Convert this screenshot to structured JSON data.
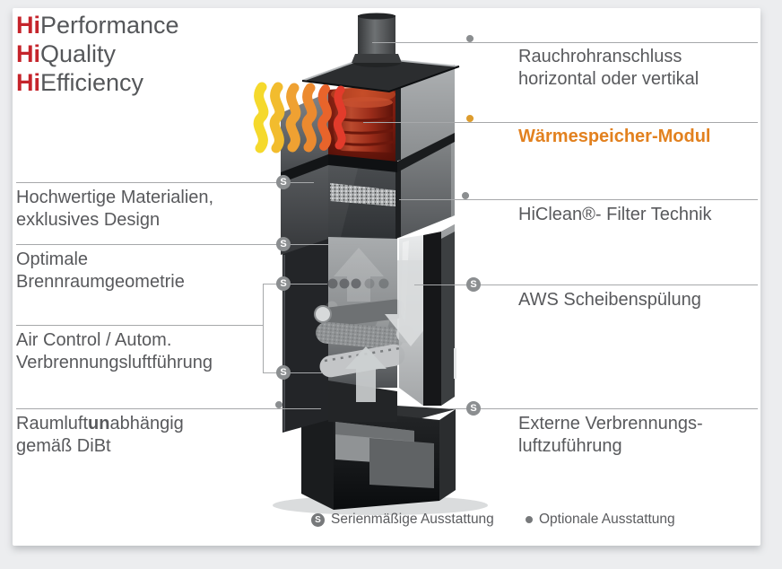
{
  "title": {
    "lines": [
      {
        "highlight": "Hi",
        "text": "Performance"
      },
      {
        "highlight": "Hi",
        "text": "Quality"
      },
      {
        "highlight": "Hi",
        "text": "Efficiency"
      }
    ],
    "highlight_color": "#c5242b",
    "text_color": "#55575a"
  },
  "callouts": {
    "marker_letter_standard": "S",
    "left": [
      {
        "marker": "S",
        "line1": "Hochwertige Materialien,",
        "line2": "exklusives Design"
      },
      {
        "marker": "S",
        "line1": "Optimale",
        "line2": "Brennraumgeometrie"
      },
      {
        "marker": "S",
        "line1": "Air Control / Autom.",
        "line2": "Verbrennungsluftführung"
      },
      {
        "marker": "O",
        "line1_parts": {
          "pre": "Raumluft",
          "bold": "un",
          "post": "abhängig"
        },
        "line2": "gemäß DiBt"
      }
    ],
    "right": [
      {
        "marker": "O",
        "line1": "Rauchrohranschluss",
        "line2": "horizontal oder vertikal"
      },
      {
        "marker": "O",
        "accent": true,
        "line1": "Wärmespeicher-Modul"
      },
      {
        "marker": "O",
        "line1": "HiClean®- Filter Technik"
      },
      {
        "marker": "S",
        "line1": "AWS Scheibenspülung"
      },
      {
        "marker": "S",
        "line1": "Externe Verbrennungs-",
        "line2": "luftzuführung"
      }
    ]
  },
  "legend": {
    "standard": {
      "symbol": "S",
      "label": "Serienmäßige Ausstattung"
    },
    "optional": {
      "symbol": "O",
      "label": "Optionale Ausstattung"
    }
  },
  "colors": {
    "line": "#a6a8aa",
    "marker_gray": "#8b8e90",
    "marker_orange": "#dd9c2e",
    "accent_orange": "#e2811f",
    "title_red": "#c5242b",
    "label_text": "#58595c",
    "heat_waves": [
      "#f5d92c",
      "#f2bc2e",
      "#efa132",
      "#ec8a2f",
      "#e8642b",
      "#e23b2b"
    ]
  }
}
